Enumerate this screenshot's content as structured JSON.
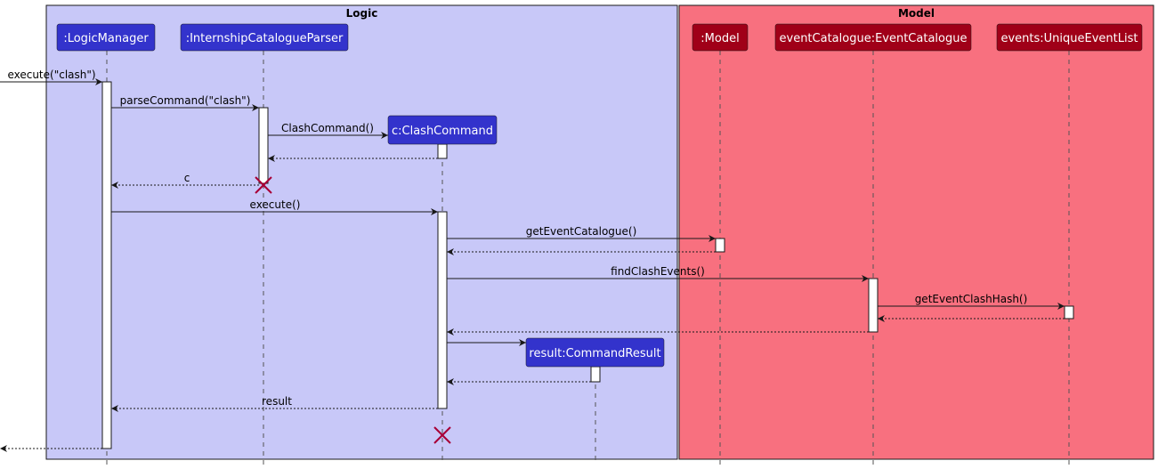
{
  "groups": [
    {
      "id": "logic",
      "title": "Logic",
      "color": "#c8c8f8"
    },
    {
      "id": "model",
      "title": "Model",
      "color": "#f8707f"
    }
  ],
  "participants": [
    {
      "id": "lm",
      "label": ":LogicManager",
      "color": "#3333cc"
    },
    {
      "id": "icp",
      "label": ":InternshipCatalogueParser",
      "color": "#3333cc"
    },
    {
      "id": "cc",
      "label": "c:ClashCommand",
      "color": "#3333cc"
    },
    {
      "id": "cr",
      "label": "result:CommandResult",
      "color": "#3333cc"
    },
    {
      "id": "model",
      "label": ":Model",
      "color": "#a00018"
    },
    {
      "id": "ec",
      "label": "eventCatalogue:EventCatalogue",
      "color": "#a00018"
    },
    {
      "id": "uel",
      "label": "events:UniqueEventList",
      "color": "#a00018"
    }
  ],
  "messages": [
    {
      "label": "execute(\"clash\")",
      "from": "external",
      "to": "lm",
      "kind": "call"
    },
    {
      "label": "parseCommand(\"clash\")",
      "from": "lm",
      "to": "icp",
      "kind": "call"
    },
    {
      "label": "ClashCommand()",
      "from": "icp",
      "to": "cc",
      "kind": "create"
    },
    {
      "label": "",
      "from": "cc",
      "to": "icp",
      "kind": "return"
    },
    {
      "label": "c",
      "from": "icp",
      "to": "lm",
      "kind": "return"
    },
    {
      "label": "execute()",
      "from": "lm",
      "to": "cc",
      "kind": "call"
    },
    {
      "label": "getEventCatalogue()",
      "from": "cc",
      "to": "model",
      "kind": "call"
    },
    {
      "label": "",
      "from": "model",
      "to": "cc",
      "kind": "return"
    },
    {
      "label": "findClashEvents()",
      "from": "cc",
      "to": "ec",
      "kind": "call"
    },
    {
      "label": "getEventClashHash()",
      "from": "ec",
      "to": "uel",
      "kind": "call"
    },
    {
      "label": "",
      "from": "uel",
      "to": "ec",
      "kind": "return"
    },
    {
      "label": "",
      "from": "ec",
      "to": "cc",
      "kind": "return"
    },
    {
      "label": "",
      "from": "cc",
      "to": "cr",
      "kind": "create"
    },
    {
      "label": "",
      "from": "cr",
      "to": "cc",
      "kind": "return"
    },
    {
      "label": "result",
      "from": "cc",
      "to": "lm",
      "kind": "return"
    },
    {
      "label": "",
      "from": "lm",
      "to": "external",
      "kind": "return"
    }
  ],
  "destroyed": [
    "icp",
    "cc"
  ],
  "colors": {
    "line": "#181818",
    "lifeline": "#555555",
    "destroy": "#a80036",
    "activation": "#ffffff"
  }
}
